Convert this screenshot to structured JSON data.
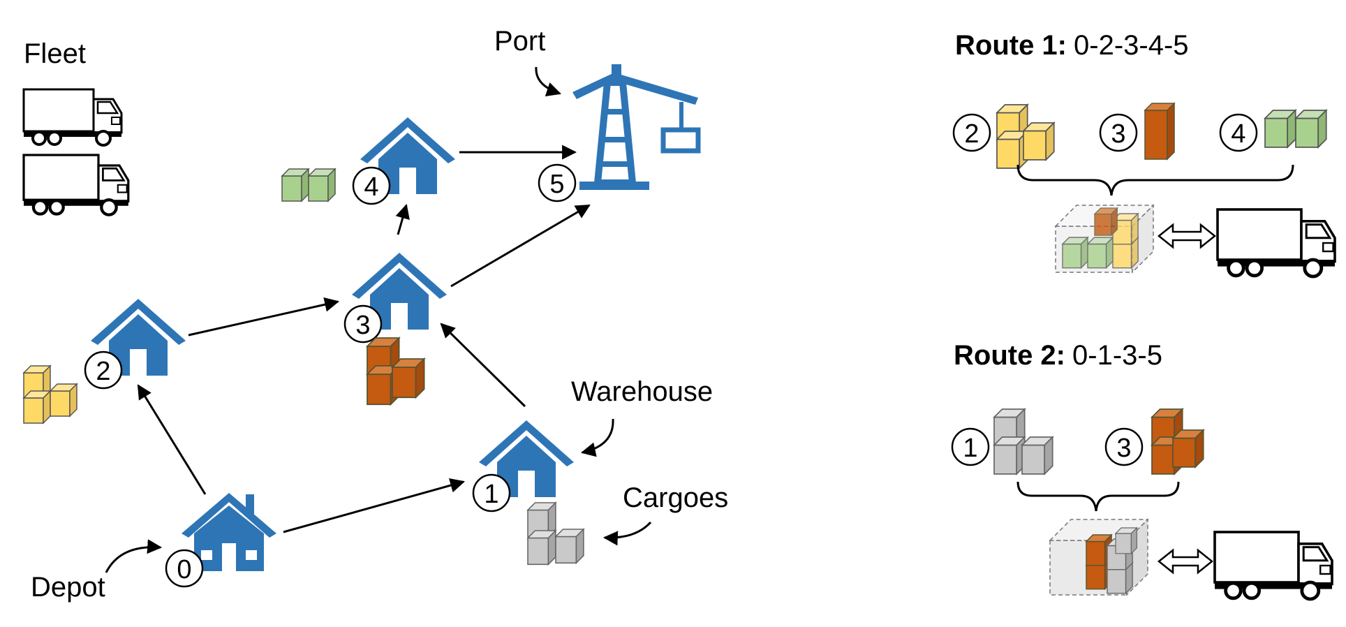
{
  "labels": {
    "fleet": "Fleet",
    "port": "Port",
    "warehouse": "Warehouse",
    "cargoes": "Cargoes",
    "depot": "Depot"
  },
  "nodes": [
    "0",
    "1",
    "2",
    "3",
    "4",
    "5"
  ],
  "routes": [
    {
      "title": "Route 1:",
      "sequence": "0-2-3-4-5",
      "stops": [
        "2",
        "3",
        "4"
      ]
    },
    {
      "title": "Route 2:",
      "sequence": "0-1-3-5",
      "stops": [
        "1",
        "3"
      ]
    }
  ],
  "colors": {
    "building_blue": "#2e75b6",
    "cargo_yellow": "#ffd966",
    "cargo_orange": "#c55a11",
    "cargo_green": "#a9d18e",
    "cargo_gray": "#c9c9c9"
  },
  "icons": [
    "depot-house-icon",
    "warehouse-house-icon",
    "port-crane-icon",
    "truck-icon",
    "cargo-box-icon",
    "double-arrow-icon"
  ]
}
